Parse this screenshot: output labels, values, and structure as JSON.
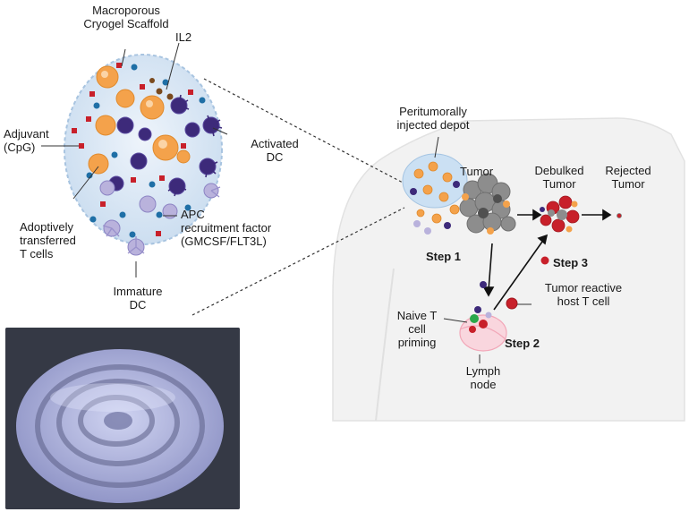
{
  "labels": {
    "scaffold": [
      "Macroporous",
      "Cryogel Scaffold"
    ],
    "il2": "IL2",
    "adjuvant": [
      "Adjuvant",
      "(CpG)"
    ],
    "activated_dc": [
      "Activated",
      "DC"
    ],
    "adoptive_t": [
      "Adoptively",
      "transferred",
      "T cells"
    ],
    "apc_factor": [
      "APC",
      "recruitment factor",
      "(GMCSF/FLT3L)"
    ],
    "immature_dc": [
      "Immature",
      "DC"
    ],
    "depot": [
      "Peritumorally",
      "injected depot"
    ],
    "tumor": "Tumor",
    "debulked": [
      "Debulked",
      "Tumor"
    ],
    "rejected": [
      "Rejected",
      "Tumor"
    ],
    "step1": "Step 1",
    "step2": "Step 2",
    "step3": "Step 3",
    "tumor_reactive": [
      "Tumor reactive",
      "host T cell"
    ],
    "naive": [
      "Naive T",
      "cell",
      "priming"
    ],
    "lymph": [
      "Lymph",
      "node"
    ]
  },
  "colors": {
    "scaffold_fill": "#dbe8f5",
    "dc_purple": "#3d2a7a",
    "immature_dc": "#b9b2dc",
    "t_cell_orange": "#f4a24b",
    "adjuvant_red": "#c8202a",
    "factor_blue": "#1f6fa6",
    "tumor_gray": "#8d8d8d",
    "body_outline": "#e6e6e6",
    "lymph_pink": "#f2a7b8",
    "photo_bg": "#2f3340",
    "gel_coil": "#a9aedc"
  }
}
